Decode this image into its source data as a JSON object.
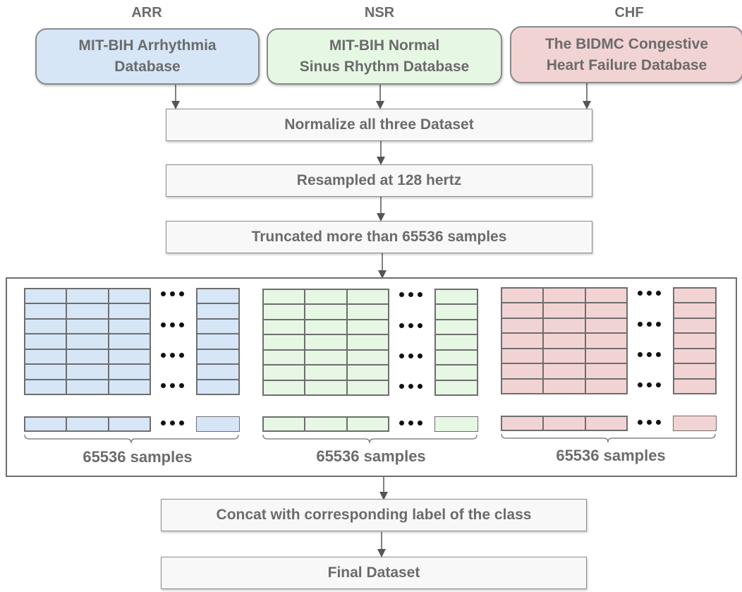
{
  "classes": [
    {
      "label": "ARR",
      "database": "MIT-BIH Arrhythmia\nDatabase",
      "fill": "#d6e6f7"
    },
    {
      "label": "NSR",
      "database": "MIT-BIH Normal\nSinus Rhythm Database",
      "fill": "#e6f7e4"
    },
    {
      "label": "CHF",
      "database": "The BIDMC Congestive\nHeart Failure Database",
      "fill": "#f2d3d3"
    }
  ],
  "steps": [
    "Normalize all three Dataset",
    "Resampled at 128 hertz",
    "Truncated more than 65536 samples",
    "Concat with corresponding label of the class",
    "Final Dataset"
  ],
  "samples_label": "65536 samples"
}
